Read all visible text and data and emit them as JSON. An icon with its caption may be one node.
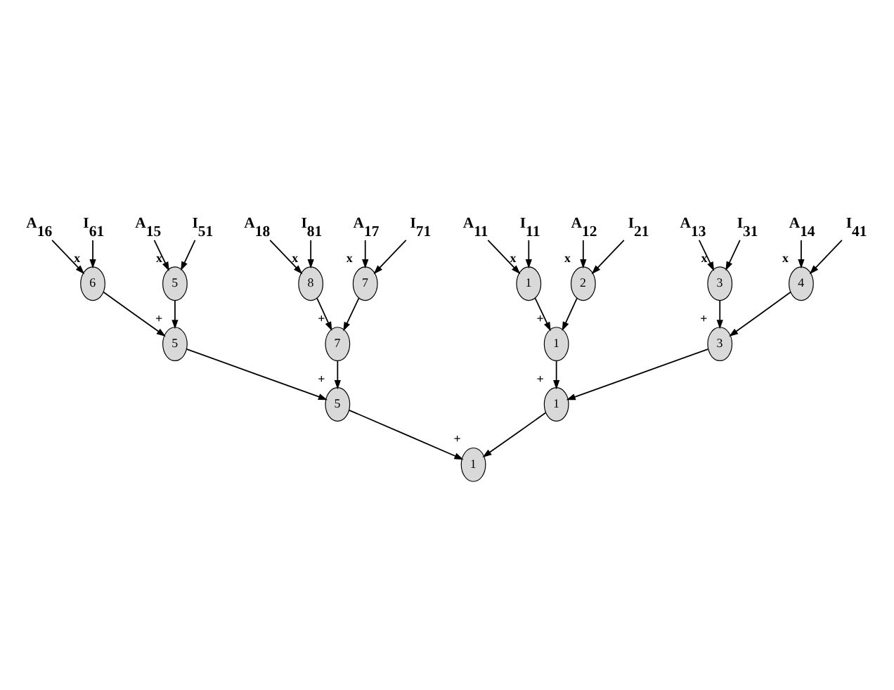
{
  "diagram": {
    "nodes": [
      {
        "text": [
          "A$_{11}$"
        ]
      },
      {
        "text": [
          "I$_{11}$"
        ]
      },
      {
        "text": [
          "A$_{12}$"
        ]
      },
      {
        "text": [
          "I$_{21}$"
        ]
      },
      {
        "text": [
          "A$_{13}$"
        ]
      },
      {
        "text": [
          "I$_{31}$"
        ]
      },
      {
        "text": [
          "A$_{14}$"
        ]
      },
      {
        "text": [
          "I$_{41}$"
        ]
      },
      {
        "text": [
          "A$_{15}$"
        ]
      },
      {
        "text": [
          "I$_{51}$"
        ]
      },
      {
        "text": [
          "A$_{16}$"
        ]
      },
      {
        "text": [
          "I$_{61}$"
        ]
      },
      {
        "text": [
          "A$_{17}$"
        ]
      },
      {
        "text": [
          "I$_{71}$"
        ]
      },
      {
        "text": [
          "A$_{18}$"
        ]
      },
      {
        "text": [
          "I$_{81}$"
        ]
      },
      {
        "text": [
          "1"
        ],
        "beside": [
          "x"
        ]
      },
      {
        "text": [
          "2"
        ],
        "beside": [
          "x"
        ]
      },
      {
        "text": [
          "3"
        ],
        "beside": [
          "x"
        ]
      },
      {
        "text": [
          "4"
        ],
        "beside": [
          "x"
        ]
      },
      {
        "text": [
          "5"
        ],
        "beside": [
          "x"
        ]
      },
      {
        "text": [
          "6"
        ],
        "beside": [
          "x"
        ]
      },
      {
        "text": [
          "7"
        ],
        "beside": [
          "x"
        ]
      },
      {
        "text": [
          "8"
        ],
        "beside": [
          "x"
        ]
      },
      {
        "text": [
          "1"
        ],
        "beside": [
          "+"
        ]
      },
      {
        "text": [
          "3"
        ],
        "beside": [
          "+"
        ]
      },
      {
        "text": [
          "5"
        ],
        "beside": [
          "+"
        ]
      },
      {
        "text": [
          "7"
        ],
        "beside": [
          "+"
        ]
      },
      {
        "text": [
          "1"
        ],
        "beside": [
          "+"
        ]
      },
      {
        "text": [
          "5"
        ],
        "beside": [
          "+"
        ]
      },
      {
        "text": [
          "1"
        ],
        "beside": [
          "+"
        ]
      }
    ],
    "edges": [
      {
        "from": 0,
        "to": 16,
        "arrow": "to"
      },
      {
        "from": 1,
        "to": 16,
        "arrow": "to"
      },
      {
        "from": 2,
        "to": 17,
        "arrow": "to"
      },
      {
        "from": 3,
        "to": 17,
        "arrow": "to"
      },
      {
        "from": 4,
        "to": 18,
        "arrow": "to"
      },
      {
        "from": 5,
        "to": 18,
        "arrow": "to"
      },
      {
        "from": 6,
        "to": 19,
        "arrow": "to"
      },
      {
        "from": 7,
        "to": 19,
        "arrow": "to"
      },
      {
        "from": 8,
        "to": 20,
        "arrow": "to"
      },
      {
        "from": 9,
        "to": 20,
        "arrow": "to"
      },
      {
        "from": 10,
        "to": 21,
        "arrow": "to"
      },
      {
        "from": 11,
        "to": 21,
        "arrow": "to"
      },
      {
        "from": 12,
        "to": 22,
        "arrow": "to"
      },
      {
        "from": 13,
        "to": 22,
        "arrow": "to"
      },
      {
        "from": 14,
        "to": 23,
        "arrow": "to"
      },
      {
        "from": 15,
        "to": 23,
        "arrow": "to"
      },
      {
        "from": 16,
        "to": 24,
        "arrow": "to"
      },
      {
        "from": 17,
        "to": 24,
        "arrow": "to"
      },
      {
        "from": 18,
        "to": 25,
        "arrow": "to"
      },
      {
        "from": 19,
        "to": 25,
        "arrow": "to"
      },
      {
        "from": 20,
        "to": 26,
        "arrow": "to"
      },
      {
        "from": 21,
        "to": 26,
        "arrow": "to"
      },
      {
        "from": 22,
        "to": 27,
        "arrow": "to"
      },
      {
        "from": 23,
        "to": 27,
        "arrow": "to"
      },
      {
        "from": 24,
        "to": 28,
        "arrow": "to"
      },
      {
        "from": 25,
        "to": 28,
        "arrow": "to"
      },
      {
        "from": 26,
        "to": 29,
        "arrow": "to"
      },
      {
        "from": 27,
        "to": 29,
        "arrow": "to"
      },
      {
        "from": 28,
        "to": 30,
        "arrow": "to"
      },
      {
        "from": 29,
        "to": 30,
        "arrow": "to"
      }
    ]
  }
}
